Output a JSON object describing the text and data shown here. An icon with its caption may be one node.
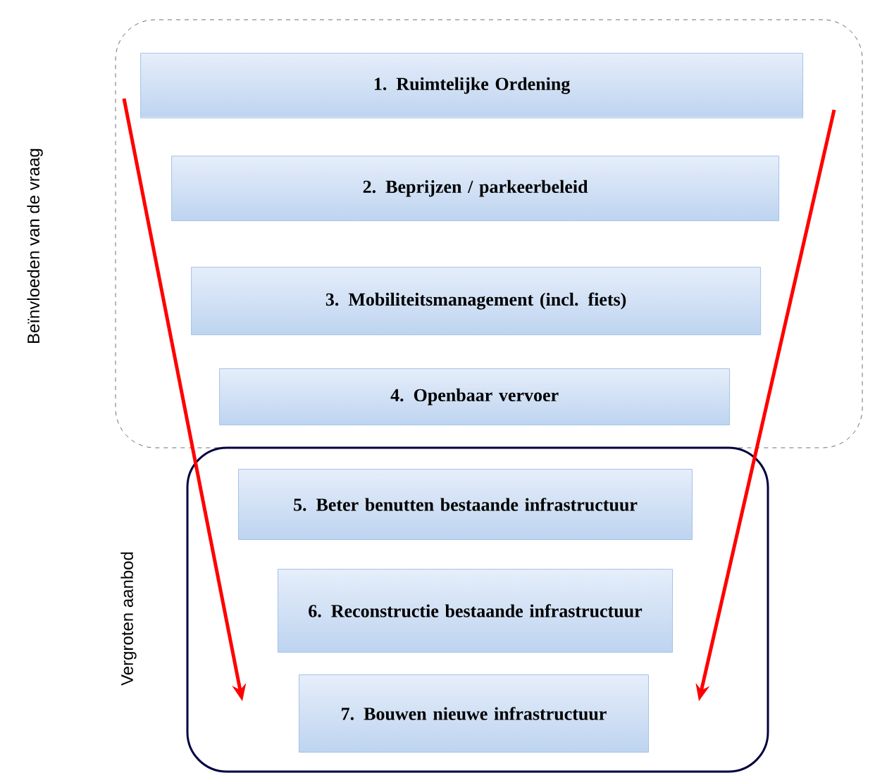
{
  "diagram": {
    "nodes": [
      {
        "text": [
          "Beïnvloeden van de vraag"
        ]
      },
      {
        "text": [
          "1. Ruimtelijke Ordening"
        ],
        "in": 0
      },
      {
        "text": [
          "2. Beprijzen / parkeerbeleid"
        ],
        "in": 0
      },
      {
        "text": [
          "3. Mobiliteitsmanagement (incl. fiets)"
        ],
        "in": 0
      },
      {
        "text": [
          "4. Openbaar vervoer"
        ],
        "in": 0
      },
      {
        "text": [
          "Vergroten aanbod"
        ]
      },
      {
        "text": [
          "5. Beter benutten bestaande infrastructuur"
        ],
        "in": 5
      },
      {
        "text": [
          "6. Reconstructie bestaande infrastructuur"
        ],
        "in": 5
      },
      {
        "text": [
          "7. Bouwen nieuwe infrastructuur"
        ],
        "in": 5
      }
    ]
  }
}
